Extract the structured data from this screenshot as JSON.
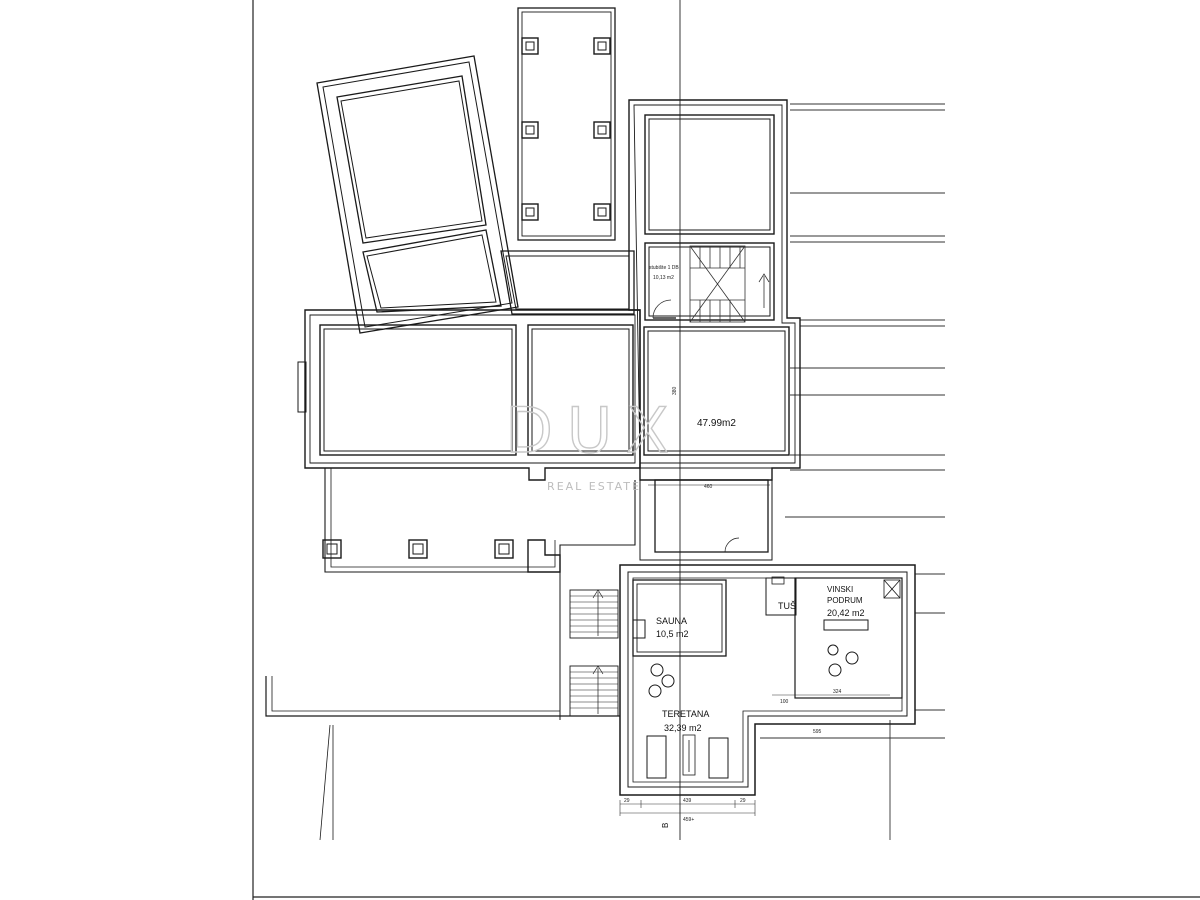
{
  "rooms": {
    "living": {
      "area": "47.99m2"
    },
    "sauna": {
      "name": "SAUNA",
      "area": "10,5 m2"
    },
    "wine_cellar": {
      "name_line1": "VINSKI",
      "name_line2": "PODRUM",
      "area": "20,42 m2"
    },
    "shower": {
      "name": "TUŠ"
    },
    "gym": {
      "name": "TERETANA",
      "area": "32,39 m2"
    },
    "stairwell": {
      "name": "stubište 1 DB",
      "area": "10,13 m2"
    }
  },
  "watermark": {
    "brand": "DUX",
    "tagline": "REAL ESTATE"
  },
  "section_marker": "B",
  "dimensions": [
    "460",
    "100",
    "324",
    "595",
    "29",
    "439",
    "29",
    "459+",
    "380"
  ],
  "colors": {
    "line": "#1a1a1a",
    "watermark": "#c8c8c8",
    "background": "#ffffff"
  }
}
